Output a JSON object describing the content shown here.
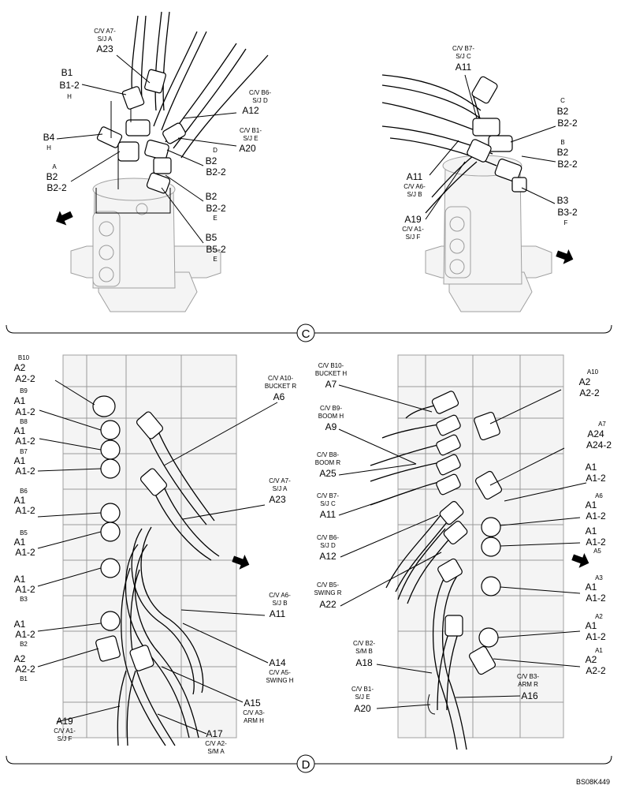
{
  "panel_c": {
    "marker": "C",
    "left_labels": [
      {
        "id": "c-a23",
        "lines": [
          "C/V A7-",
          "S/J A",
          "A23"
        ]
      },
      {
        "id": "c-b1",
        "lines": [
          "B1",
          "B1-2",
          "H"
        ]
      },
      {
        "id": "c-a12",
        "lines": [
          "C/V B6-",
          "S/J D",
          "A12"
        ]
      },
      {
        "id": "c-a20",
        "lines": [
          "C/V B1-",
          "S/J E",
          "A20"
        ]
      },
      {
        "id": "c-b4",
        "lines": [
          "B4",
          "H"
        ]
      },
      {
        "id": "c-b2d",
        "lines": [
          "D",
          "B2",
          "B2-2"
        ]
      },
      {
        "id": "c-b2a",
        "lines": [
          "A",
          "B2",
          "B2-2"
        ]
      },
      {
        "id": "c-b2e",
        "lines": [
          "B2",
          "B2-2",
          "E"
        ]
      },
      {
        "id": "c-b5",
        "lines": [
          "B5",
          "B5-2",
          "E"
        ]
      }
    ],
    "right_labels": [
      {
        "id": "c-a11",
        "lines": [
          "C/V B7-",
          "S/J C",
          "A11"
        ]
      },
      {
        "id": "c-b2c",
        "lines": [
          "C",
          "B2",
          "B2-2"
        ]
      },
      {
        "id": "c-b2b",
        "lines": [
          "B",
          "B2",
          "B2-2"
        ]
      },
      {
        "id": "c-b3",
        "lines": [
          "B3",
          "B3-2",
          "F"
        ]
      },
      {
        "id": "c-a11b",
        "lines": [
          "A11",
          "C/V A6-",
          "S/J B"
        ]
      },
      {
        "id": "c-a19",
        "lines": [
          "A19",
          "C/V A1-",
          "S/J F"
        ]
      }
    ]
  },
  "panel_d": {
    "marker": "D",
    "left_labels": [
      {
        "id": "d-b10",
        "lines": [
          "B10",
          "A2",
          "A2-2"
        ]
      },
      {
        "id": "d-b9",
        "lines": [
          "B9",
          "A1",
          "A1-2"
        ]
      },
      {
        "id": "d-b8",
        "lines": [
          "B8",
          "A1",
          "A1-2"
        ]
      },
      {
        "id": "d-b7",
        "lines": [
          "B7",
          "A1",
          "A1-2"
        ]
      },
      {
        "id": "d-b6",
        "lines": [
          "B6",
          "A1",
          "A1-2"
        ]
      },
      {
        "id": "d-b5",
        "lines": [
          "B5",
          "A1",
          "A1-2"
        ]
      },
      {
        "id": "d-b3",
        "lines": [
          "A1",
          "A1-2",
          "B3"
        ]
      },
      {
        "id": "d-b2",
        "lines": [
          "A1",
          "A1-2",
          "B2"
        ]
      },
      {
        "id": "d-b1",
        "lines": [
          "A2",
          "A2-2",
          "B1"
        ]
      },
      {
        "id": "d-a6",
        "lines": [
          "C/V A10-",
          "BUCKET R",
          "A6"
        ]
      },
      {
        "id": "d-a23",
        "lines": [
          "C/V A7-",
          "S/J  A",
          "A23"
        ]
      },
      {
        "id": "d-a11",
        "lines": [
          "C/V A6-",
          "S/J  B",
          "A11"
        ]
      },
      {
        "id": "d-a14",
        "lines": [
          "A14",
          "C/V A5-",
          "SWING H"
        ]
      },
      {
        "id": "d-a15",
        "lines": [
          "A15",
          "C/V A3-",
          "ARM H"
        ]
      },
      {
        "id": "d-a19",
        "lines": [
          "A19",
          "C/V A1-",
          "S/J F"
        ]
      },
      {
        "id": "d-a17",
        "lines": [
          "A17",
          "C/V A2-",
          "S/M A"
        ]
      }
    ],
    "right_labels": [
      {
        "id": "d-a7",
        "lines": [
          "C/V B10-",
          "BUCKET H",
          "A7"
        ]
      },
      {
        "id": "d-a9",
        "lines": [
          "C/V B9-",
          "BOOM H",
          "A9"
        ]
      },
      {
        "id": "d-a25",
        "lines": [
          "C/V B8-",
          "BOOM R",
          "A25"
        ]
      },
      {
        "id": "d-a11r",
        "lines": [
          "C/V B7-",
          "S/J C",
          "A11"
        ]
      },
      {
        "id": "d-a12",
        "lines": [
          "C/V B6-",
          "S/J D",
          "A12"
        ]
      },
      {
        "id": "d-a22",
        "lines": [
          "C/V B5-",
          "SWING R",
          "A22"
        ]
      },
      {
        "id": "d-a18",
        "lines": [
          "C/V B2-",
          "S/M B",
          "A18"
        ]
      },
      {
        "id": "d-a20",
        "lines": [
          "C/V B1-",
          "S/J E",
          "A20"
        ]
      },
      {
        "id": "d-a16",
        "lines": [
          "A16"
        ]
      },
      {
        "id": "d-a10",
        "lines": [
          "A10",
          "A2",
          "A2-2"
        ]
      },
      {
        "id": "d-a24",
        "lines": [
          "A7",
          "A24",
          "A24-2"
        ]
      },
      {
        "id": "d-a1a",
        "lines": [
          "A1",
          "A1-2"
        ]
      },
      {
        "id": "d-a6r",
        "lines": [
          "A6",
          "A1",
          "A1-2"
        ]
      },
      {
        "id": "d-a5r",
        "lines": [
          "A1",
          "A1-2",
          "A5"
        ]
      },
      {
        "id": "d-a3r",
        "lines": [
          "A3",
          "A1",
          "A1-2"
        ]
      },
      {
        "id": "d-a2r",
        "lines": [
          "A2",
          "A1",
          "A1-2"
        ]
      },
      {
        "id": "d-a1r",
        "lines": [
          "A1",
          "A2",
          "A2-2"
        ]
      },
      {
        "id": "d-b3arm",
        "lines": [
          "C/V B3-",
          "ARM R"
        ]
      }
    ]
  },
  "figure_code": "BS08K449"
}
